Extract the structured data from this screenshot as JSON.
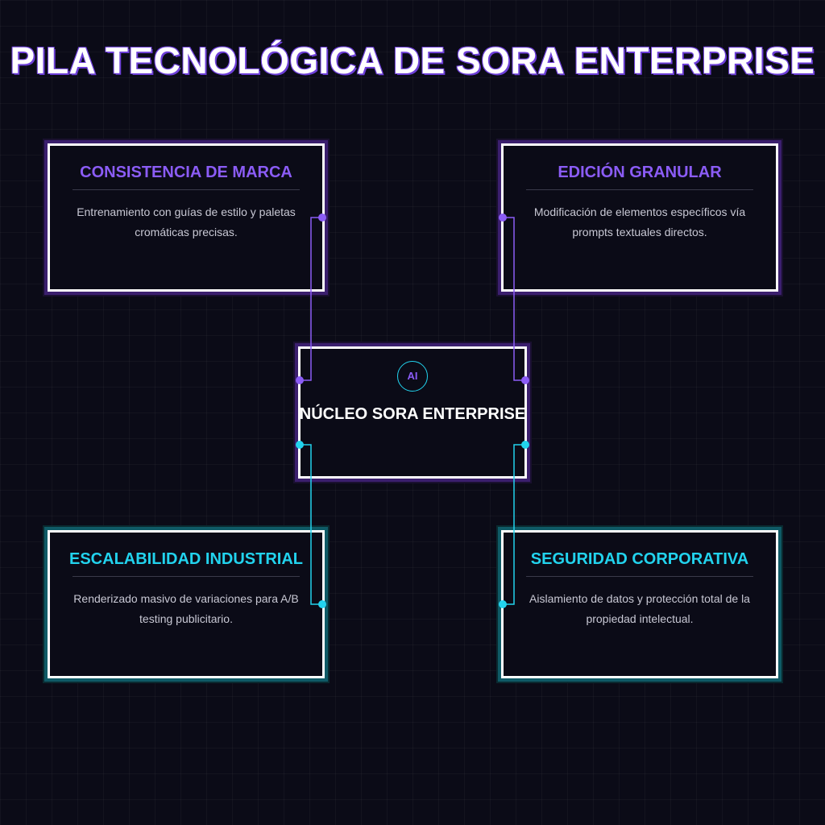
{
  "title": "PILA TECNOLÓGICA DE SORA ENTERPRISE",
  "colors": {
    "purple": "#8b5cf6",
    "cyan": "#22d3ee",
    "background": "#0b0b17"
  },
  "core": {
    "badge": "AI",
    "title": "NÚCLEO SORA ENTERPRISE"
  },
  "cards": {
    "brand": {
      "title": "CONSISTENCIA DE MARCA",
      "description": "Entrenamiento con guías de estilo y paletas cromáticas precisas."
    },
    "editing": {
      "title": "EDICIÓN GRANULAR",
      "description": "Modificación de elementos específicos vía prompts textuales directos."
    },
    "scalability": {
      "title": "ESCALABILIDAD INDUSTRIAL",
      "description": "Renderizado masivo de variaciones para A/B testing publicitario."
    },
    "security": {
      "title": "SEGURIDAD CORPORATIVA",
      "description": "Aislamiento de datos y protección total de la propiedad intelectual."
    }
  }
}
